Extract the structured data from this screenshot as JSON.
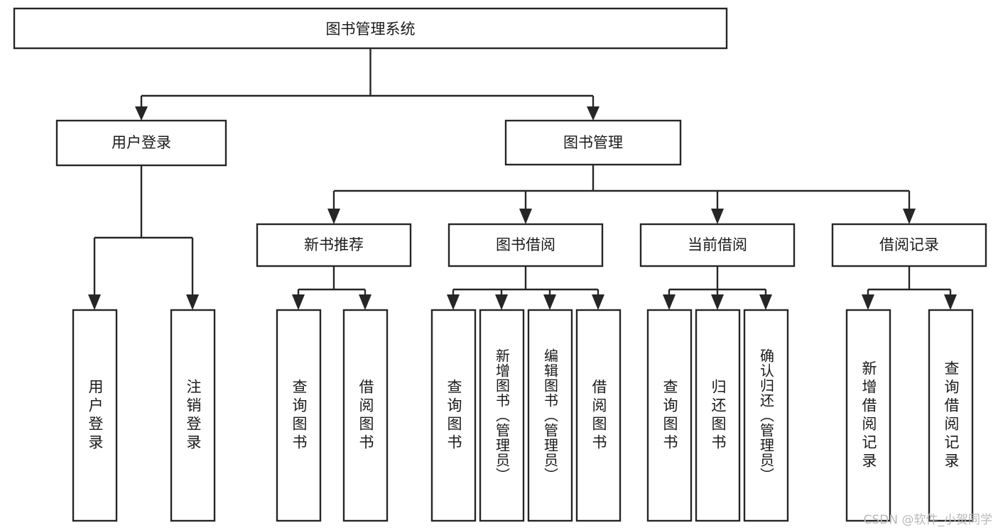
{
  "diagram": {
    "type": "tree",
    "title": "图书管理系统",
    "orientation": "top-down",
    "root": {
      "id": "root",
      "label": "图书管理系统"
    },
    "level1": [
      {
        "id": "user-login",
        "label": "用户登录"
      },
      {
        "id": "book-manage",
        "label": "图书管理"
      }
    ],
    "level2": [
      {
        "id": "new-book-recommend",
        "label": "新书推荐",
        "parent": "book-manage"
      },
      {
        "id": "book-borrow",
        "label": "图书借阅",
        "parent": "book-manage"
      },
      {
        "id": "current-borrow",
        "label": "当前借阅",
        "parent": "book-manage"
      },
      {
        "id": "borrow-record",
        "label": "借阅记录",
        "parent": "book-manage"
      }
    ],
    "leaves": [
      {
        "id": "leaf-user-login",
        "label": "用户登录",
        "parent": "user-login"
      },
      {
        "id": "leaf-logout",
        "label": "注销登录",
        "parent": "user-login"
      },
      {
        "id": "leaf-query-book-1",
        "label": "查询图书",
        "parent": "new-book-recommend"
      },
      {
        "id": "leaf-borrow-book-1",
        "label": "借阅图书",
        "parent": "new-book-recommend"
      },
      {
        "id": "leaf-query-book-2",
        "label": "查询图书",
        "parent": "book-borrow"
      },
      {
        "id": "leaf-add-book",
        "label": "新增图书（管理员）",
        "parent": "book-borrow"
      },
      {
        "id": "leaf-edit-book",
        "label": "编辑图书（管理员）",
        "parent": "book-borrow"
      },
      {
        "id": "leaf-borrow-book-2",
        "label": "借阅图书",
        "parent": "book-borrow"
      },
      {
        "id": "leaf-query-book-3",
        "label": "查询图书",
        "parent": "current-borrow"
      },
      {
        "id": "leaf-return-book",
        "label": "归还图书",
        "parent": "current-borrow"
      },
      {
        "id": "leaf-confirm-return",
        "label": "确认归还（管理员）",
        "parent": "current-borrow"
      },
      {
        "id": "leaf-add-record",
        "label": "新增借阅记录",
        "parent": "borrow-record"
      },
      {
        "id": "leaf-query-record",
        "label": "查询借阅记录",
        "parent": "borrow-record"
      }
    ],
    "colors": {
      "stroke": "#262626",
      "fill": "#ffffff",
      "text": "#1a1a1a",
      "watermark": "#b8b8b8",
      "background": "#ffffff"
    }
  },
  "watermark": {
    "text": "CSDN @软件_小贺同学"
  }
}
